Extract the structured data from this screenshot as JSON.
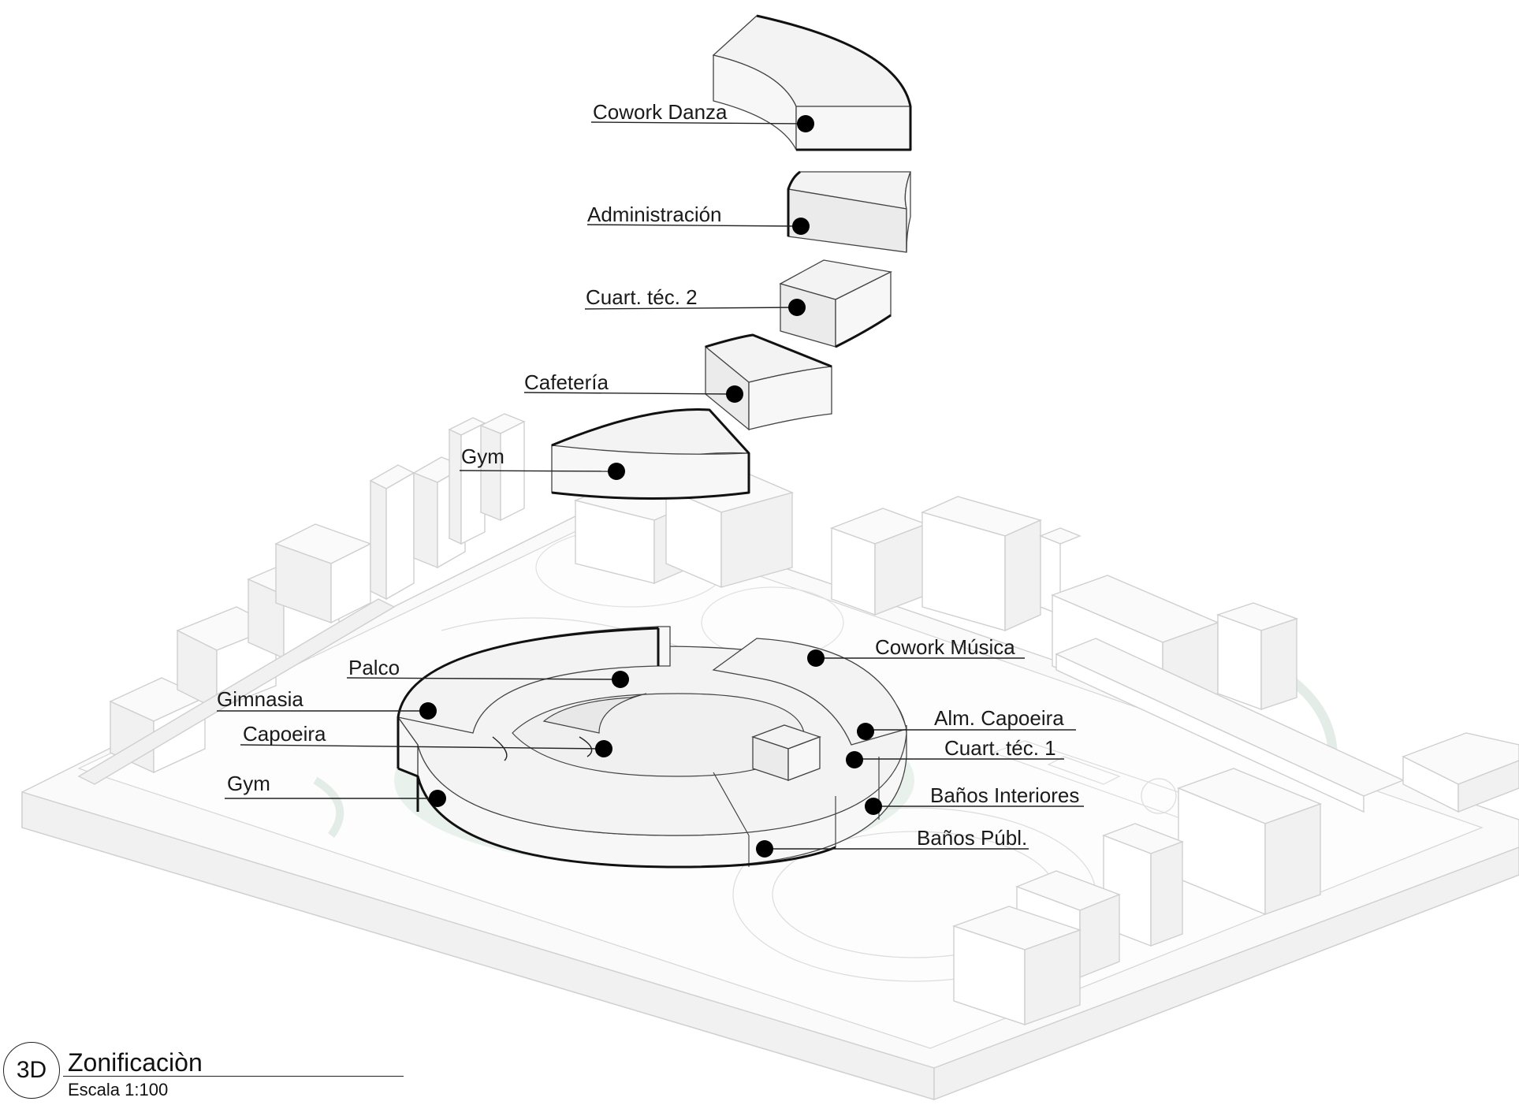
{
  "labels": {
    "cowork_danza": "Cowork Danza",
    "administracion": "Administración",
    "cuart_tec_2": "Cuart. téc. 2",
    "cafeteria": "Cafetería",
    "gym_upper": "Gym",
    "cowork_musica": "Cowork Música",
    "palco": "Palco",
    "gimnasia": "Gimnasia",
    "capoeira": "Capoeira",
    "alm_capoeira": "Alm. Capoeira",
    "cuart_tec_1": "Cuart. téc. 1",
    "gym_lower": "Gym",
    "banos_interiores": "Baños Interiores",
    "banos_publ": "Baños Públ."
  },
  "title_block": {
    "number": "3D",
    "title": "Zonificaciòn",
    "scale": "Escala 1:100"
  },
  "colors": {
    "line": "#111111",
    "context": "#cfcfcf",
    "landscape": "#e9f1ec"
  }
}
